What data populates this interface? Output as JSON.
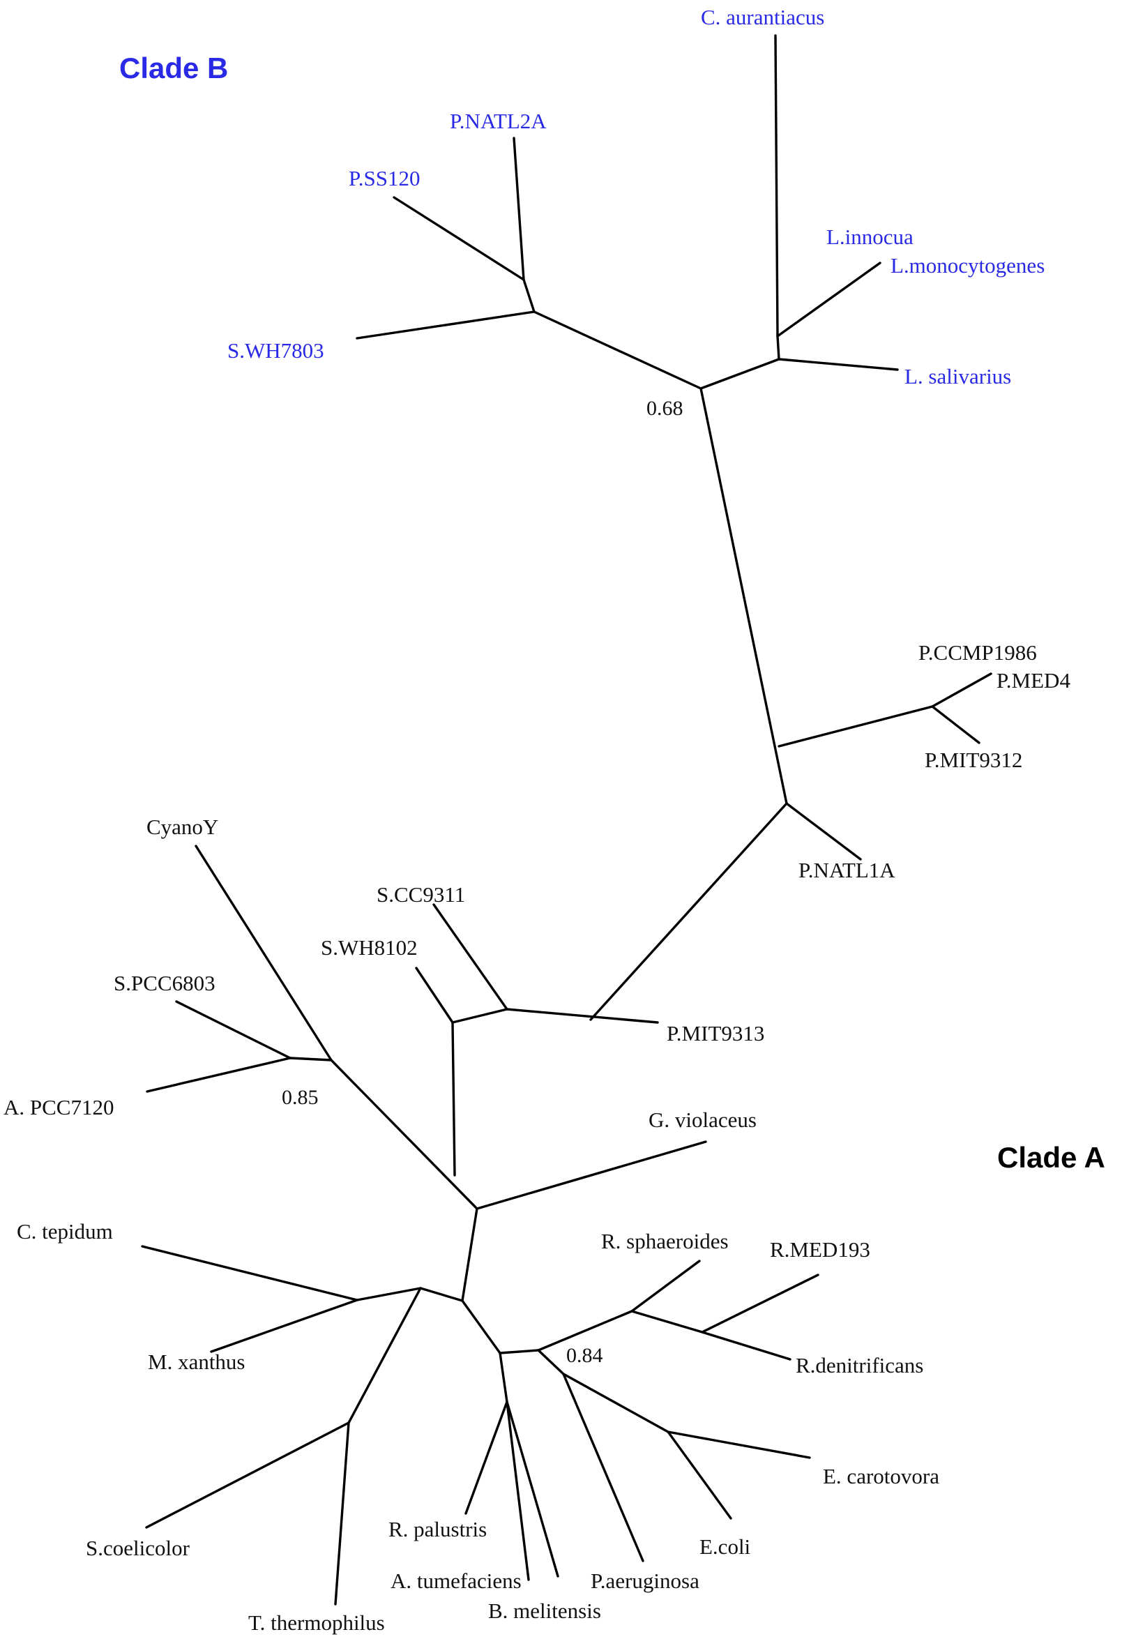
{
  "clades": {
    "b": {
      "title": "Clade B",
      "color": "#2a2ae6"
    },
    "a": {
      "title": "Clade A",
      "color": "#111111"
    }
  },
  "leaves": {
    "c_aurantiacus": "C. aurantiacus",
    "p_natl2a": "P.NATL2A",
    "p_ss120": "P.SS120",
    "s_wh7803": "S.WH7803",
    "l_innocua": "L.innocua",
    "l_monocytogenes": "L.monocytogenes",
    "l_salivarius": "L. salivarius",
    "p_ccmp1986": "P.CCMP1986",
    "p_med4": "P.MED4",
    "p_mit9312": "P.MIT9312",
    "p_natl1a": "P.NATL1A",
    "cyanoy": "CyanoY",
    "s_cc9311": "S.CC9311",
    "s_wh8102": "S.WH8102",
    "s_pcc6803": "S.PCC6803",
    "p_mit9313": "P.MIT9313",
    "a_pcc7120": "A. PCC7120",
    "g_violaceus": "G. violaceus",
    "c_tepidum": "C. tepidum",
    "r_sphaeroides": "R. sphaeroides",
    "r_med193": "R.MED193",
    "m_xanthus": "M. xanthus",
    "r_denitrificans": "R.denitrificans",
    "e_carotovora": "E. carotovora",
    "r_palustris": "R. palustris",
    "e_coli": "E.coli",
    "s_coelicolor": "S.coelicolor",
    "a_tumefaciens": "A. tumefaciens",
    "p_aeruginosa": "P.aeruginosa",
    "b_melitensis": "B. melitensis",
    "t_thermophilus": "T. thermophilus"
  },
  "support_values": {
    "clade_b_node": "0.68",
    "cyano_node": "0.85",
    "proteo_node": "0.84"
  }
}
